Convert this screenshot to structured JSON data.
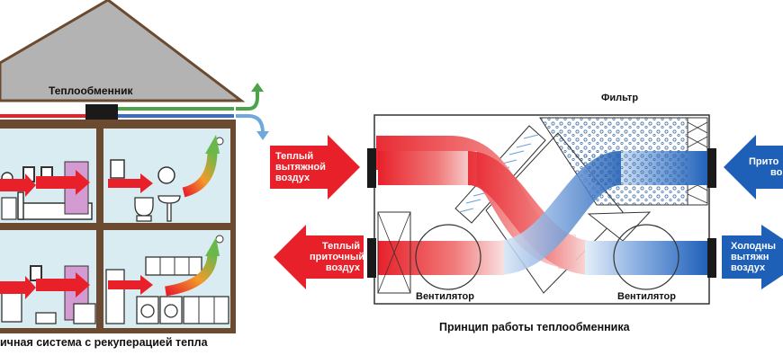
{
  "house": {
    "heat_exchanger_label": "Теплообменник",
    "caption": "ичная система с рекуперацией тепла"
  },
  "unit": {
    "filter_label": "Фильтр",
    "fan_left_label": "Вентилятор",
    "fan_right_label": "Вентилятор",
    "caption": "Принцип работы теплообменника"
  },
  "arrows": {
    "warm_exhaust": [
      "Теплый",
      "вытяжной",
      "воздух"
    ],
    "warm_supply": [
      "Теплый",
      "приточный",
      "воздух"
    ],
    "cold_supply": [
      "Прито",
      "во"
    ],
    "cold_exhaust": [
      "Холодны",
      "вытяжн",
      "воздух"
    ]
  },
  "colors": {
    "warm": "#e8202a",
    "cold": "#1e5fb8",
    "roof": "#b3b3b3",
    "wall": "#7a4a2a",
    "room": "#d8ecf2"
  }
}
